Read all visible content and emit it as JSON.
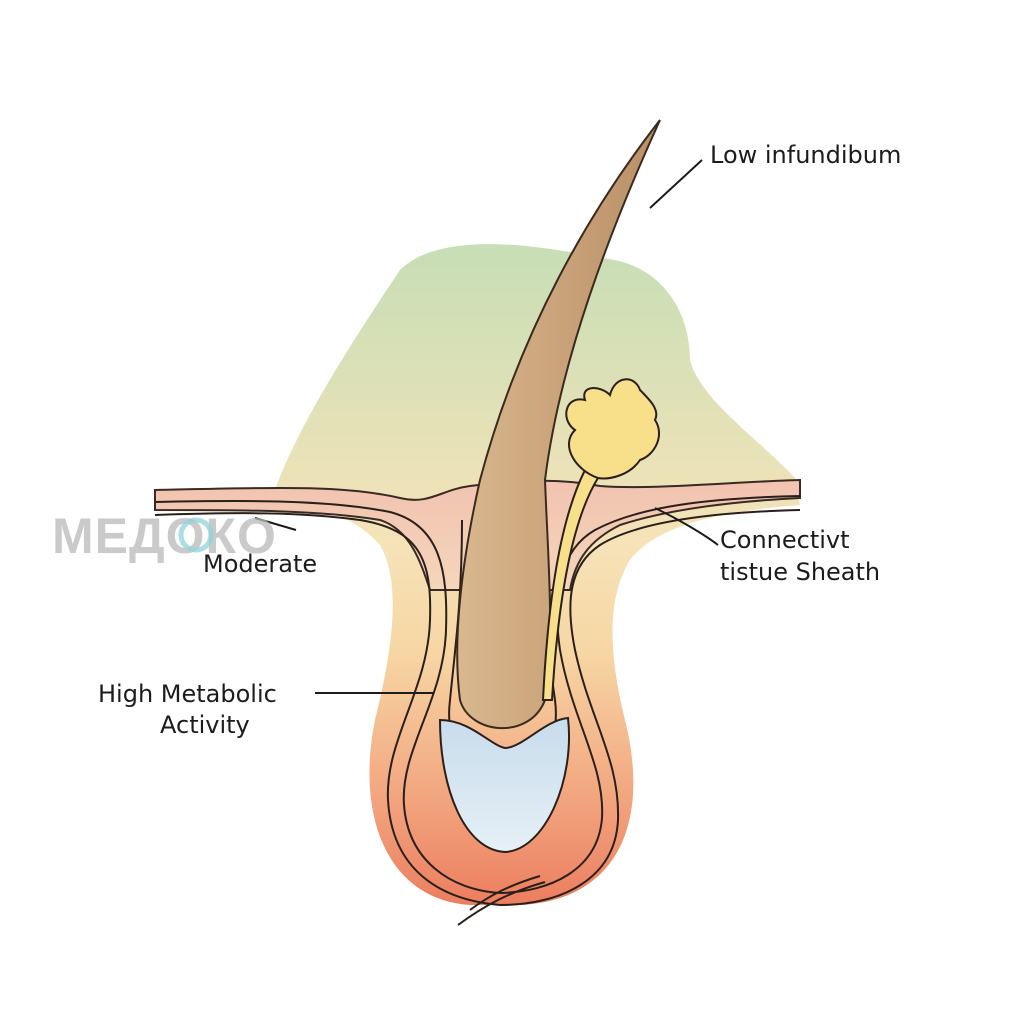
{
  "diagram": {
    "labels": {
      "top_right": "Low infundibum",
      "middle_left": "Moderate",
      "middle_right_line1": "Connectivt",
      "middle_right_line2": "tistue Sheath",
      "lower_left_line1": "High Metabolic",
      "lower_left_line2": "Activity"
    },
    "watermark": {
      "text": "МЕДОКО",
      "text_color": "#b9b9b9",
      "accent_color": "#8fd3d9"
    },
    "zones": {
      "upper_color": "#c9dfb7",
      "middle_color": "#f7ddb0",
      "lower_color": "#f0a27e",
      "papilla_color": "#d4e6f1",
      "gland_color": "#f8df8a",
      "hair_color": "#c9a47b"
    }
  }
}
